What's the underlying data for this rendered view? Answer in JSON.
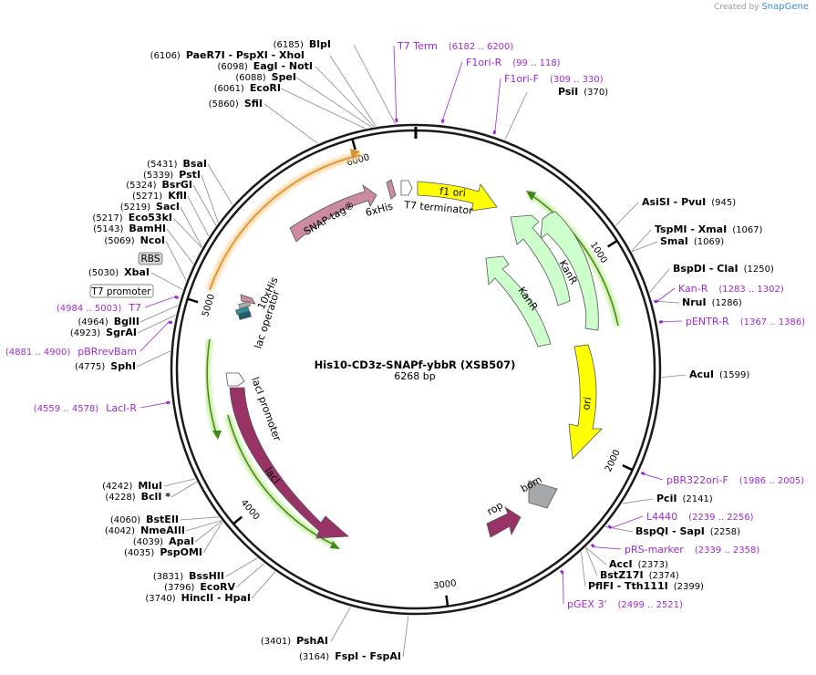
{
  "brand": {
    "prefix": "Created by",
    "name": "SnapGene"
  },
  "plasmid": {
    "name": "His10-CD3z-SNAPf-ybbR (XSB507)",
    "length_label": "6268 bp",
    "length": 6268
  },
  "ticks": [
    {
      "bp": 1000,
      "label": "1000"
    },
    {
      "bp": 2000,
      "label": "2000"
    },
    {
      "bp": 3000,
      "label": "3000"
    },
    {
      "bp": 4000,
      "label": "4000"
    },
    {
      "bp": 5000,
      "label": "5000"
    },
    {
      "bp": 6000,
      "label": "6000"
    }
  ],
  "sites": [
    {
      "name": "BlpI",
      "pos": "(6185)",
      "bp": 6185
    },
    {
      "name": "PaeR7I - PspXI - XhoI",
      "pos": "(6106)",
      "bp": 6106
    },
    {
      "name": "EagI - NotI",
      "pos": "(6098)",
      "bp": 6098
    },
    {
      "name": "SpeI",
      "pos": "(6088)",
      "bp": 6088
    },
    {
      "name": "EcoRI",
      "pos": "(6061)",
      "bp": 6061
    },
    {
      "name": "SfiI",
      "pos": "(5860)",
      "bp": 5860
    },
    {
      "name": "BsaI",
      "pos": "(5431)",
      "bp": 5431
    },
    {
      "name": "PstI",
      "pos": "(5339)",
      "bp": 5339
    },
    {
      "name": "BsrGI",
      "pos": "(5324)",
      "bp": 5324
    },
    {
      "name": "KflI",
      "pos": "(5271)",
      "bp": 5271
    },
    {
      "name": "SacI",
      "pos": "(5219)",
      "bp": 5219
    },
    {
      "name": "Eco53kI",
      "pos": "(5217)",
      "bp": 5217
    },
    {
      "name": "BamHI",
      "pos": "(5143)",
      "bp": 5143
    },
    {
      "name": "NcoI",
      "pos": "(5069)",
      "bp": 5069
    },
    {
      "name": "XbaI",
      "pos": "(5030)",
      "bp": 5030
    },
    {
      "name": "BglII",
      "pos": "(4964)",
      "bp": 4964
    },
    {
      "name": "SgrAI",
      "pos": "(4923)",
      "bp": 4923
    },
    {
      "name": "SphI",
      "pos": "(4775)",
      "bp": 4775
    },
    {
      "name": "MluI",
      "pos": "(4242)",
      "bp": 4242
    },
    {
      "name": "BclI *",
      "pos": "(4228)",
      "bp": 4228
    },
    {
      "name": "BstEII",
      "pos": "(4060)",
      "bp": 4060
    },
    {
      "name": "NmeAIII",
      "pos": "(4042)",
      "bp": 4042
    },
    {
      "name": "ApaI",
      "pos": "(4039)",
      "bp": 4039
    },
    {
      "name": "PspOMI",
      "pos": "(4035)",
      "bp": 4035
    },
    {
      "name": "BssHII",
      "pos": "(3831)",
      "bp": 3831
    },
    {
      "name": "EcoRV",
      "pos": "(3796)",
      "bp": 3796
    },
    {
      "name": "HincII - HpaI",
      "pos": "(3740)",
      "bp": 3740
    },
    {
      "name": "PshAI",
      "pos": "(3401)",
      "bp": 3401
    },
    {
      "name": "FspI - FspAI",
      "pos": "(3164)",
      "bp": 3164
    },
    {
      "name": "PsiI",
      "pos": "(370)",
      "bp": 370
    },
    {
      "name": "AsiSI - PvuI",
      "pos": "(945)",
      "bp": 945
    },
    {
      "name": "TspMI - XmaI",
      "pos": "(1067)",
      "bp": 1067
    },
    {
      "name": "SmaI",
      "pos": "(1069)",
      "bp": 1069
    },
    {
      "name": "BspDI - ClaI",
      "pos": "(1250)",
      "bp": 1250
    },
    {
      "name": "NruI",
      "pos": "(1286)",
      "bp": 1286
    },
    {
      "name": "AcuI",
      "pos": "(1599)",
      "bp": 1599
    },
    {
      "name": "PciI",
      "pos": "(2141)",
      "bp": 2141
    },
    {
      "name": "BspQI - SapI",
      "pos": "(2258)",
      "bp": 2258
    },
    {
      "name": "AccI",
      "pos": "(2373)",
      "bp": 2373
    },
    {
      "name": "BstZ17I",
      "pos": "(2374)",
      "bp": 2374
    },
    {
      "name": "PflFI - Tth111I",
      "pos": "(2399)",
      "bp": 2399
    }
  ],
  "primers": [
    {
      "name": "T7 Term",
      "pos": "(6182 .. 6200)"
    },
    {
      "name": "F1ori-R",
      "pos": "(99 .. 118)"
    },
    {
      "name": "F1ori-F",
      "pos": "(309 .. 330)"
    },
    {
      "name": "Kan-R",
      "pos": "(1283 .. 1302)"
    },
    {
      "name": "pENTR-R",
      "pos": "(1367 .. 1386)"
    },
    {
      "name": "pBR322ori-F",
      "pos": "(1986 .. 2005)"
    },
    {
      "name": "L4440",
      "pos": "(2239 .. 2256)"
    },
    {
      "name": "pRS-marker",
      "pos": "(2339 .. 2358)"
    },
    {
      "name": "pGEX 3'",
      "pos": "(2499 .. 2521)"
    },
    {
      "name": "T7",
      "pos": "(4984 .. 5003)"
    },
    {
      "name": "pBRrevBam",
      "pos": "(4881 .. 4900)"
    },
    {
      "name": "LacI-R",
      "pos": "(4559 .. 4578)"
    }
  ],
  "boxed_labels": {
    "rbs": "RBS",
    "t7_promoter": "T7 promoter"
  },
  "features": {
    "f1_ori": "f1 ori",
    "kanr_outer": "KanR",
    "kanr_inner": "KanR",
    "ori": "ori",
    "bom": "bom",
    "rop": "rop",
    "laci": "lacI",
    "laci_promoter": "lacI promoter",
    "lac_operator": "lac operator",
    "his10": "10xHis",
    "snap_tag": "SNAP-tag®",
    "his6": "6xHis",
    "t7_terminator": "T7 terminator"
  },
  "colors": {
    "backbone": "#1a1a1a",
    "f1_ori": "#ffff00",
    "ori": "#ffff00",
    "kanr": "#ccffcc",
    "laci": "#993366",
    "snap": "#cc8aa3",
    "bom": "#a6a9ab",
    "orange_arc": "#e8a23a",
    "green_arc": "#8fc64a",
    "primer": "#9b2bd0"
  }
}
